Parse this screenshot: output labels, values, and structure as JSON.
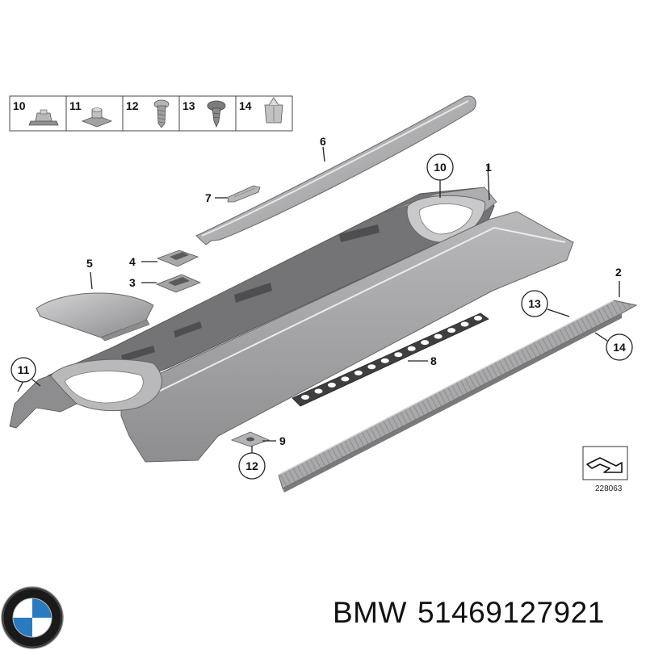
{
  "legend": {
    "items": [
      {
        "num": "10"
      },
      {
        "num": "11"
      },
      {
        "num": "12"
      },
      {
        "num": "13"
      },
      {
        "num": "14"
      }
    ]
  },
  "callouts": {
    "c1": "1",
    "c2": "2",
    "c3": "3",
    "c4": "4",
    "c5": "5",
    "c6": "6",
    "c7": "7",
    "c8": "8",
    "c9": "9",
    "c10": "10",
    "c11": "11",
    "c12": "12",
    "c13": "13",
    "c14": "14"
  },
  "diagram_number": "228063",
  "footer": {
    "brand": "BMW",
    "part_number": "51469127921"
  },
  "colors": {
    "part_fill": "#9a9a9c",
    "part_dark": "#6f6f72",
    "part_light": "#c4c4c6",
    "line": "#222222"
  }
}
